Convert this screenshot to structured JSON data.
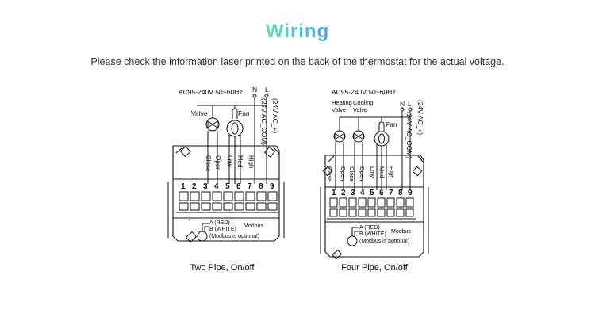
{
  "header": {
    "title": "Wiring",
    "subtitle": "Please check the information laser printed on the back of the thermostat for the actual voltage."
  },
  "left": {
    "supply": "AC95-240V  50~60Hz",
    "n": "N",
    "l": "L",
    "com": "(24V AC_COM)",
    "plus": "(24V AC_+)",
    "valve": "Valve",
    "fan": "Fan",
    "terminals": [
      "Close",
      "Open",
      "Low",
      "Med",
      "High"
    ],
    "numbers": [
      "1",
      "2",
      "3",
      "4",
      "5",
      "6",
      "7",
      "8",
      "9"
    ],
    "modbus_a": "A (RED)",
    "modbus_b": "B (WHITE)",
    "modbus": "Modbus",
    "modbus_note": "(Modbus is optional)",
    "caption": "Two Pipe, On/off"
  },
  "right": {
    "supply": "AC95-240V  50~60Hz",
    "heating_valve": "Heating",
    "heating_valve2": "Valve",
    "cooling_valve": "Cooling",
    "cooling_valve2": "Valve",
    "n": "N",
    "l": "L",
    "com": "(24V AC_COM)",
    "plus": "(24V AC_+)",
    "fan": "Fan",
    "terminals": [
      "Close",
      "Open",
      "Close",
      "Open",
      "Low",
      "Med",
      "High"
    ],
    "numbers": [
      "1",
      "2",
      "3",
      "4",
      "5",
      "6",
      "7",
      "8",
      "9"
    ],
    "modbus_a": "A (RED)",
    "modbus_b": "B (WHITE)",
    "modbus": "Modbus",
    "modbus_note": "(Modbus is optional)",
    "caption": "Four Pipe, On/off"
  }
}
